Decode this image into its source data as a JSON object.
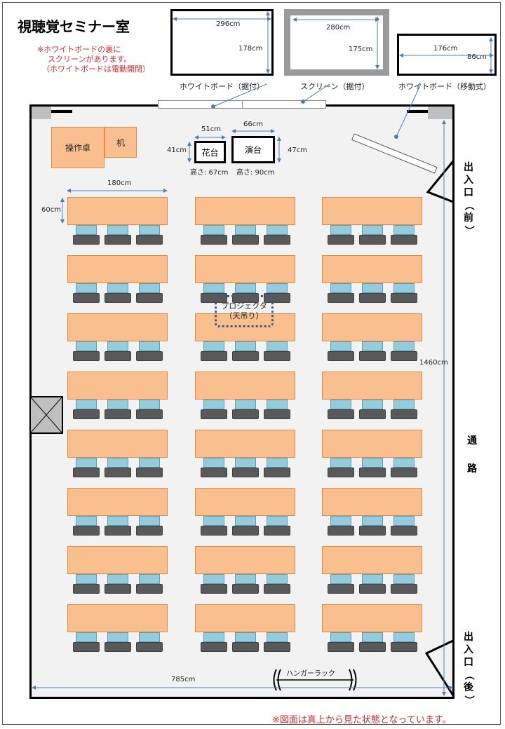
{
  "title": "視聴覚セミナー室",
  "notes": [
    "※ホワイトボードの裏に",
    "スクリーンがあります。",
    "（ホワイトボードは電動開閉）"
  ],
  "top_boards": {
    "wb1": {
      "width": "296cm",
      "height": "178cm",
      "label": "ホワイトボード（据付）"
    },
    "screen": {
      "width": "280cm",
      "height": "175cm",
      "label": "スクリーン（据付）"
    },
    "wb2": {
      "width": "176cm",
      "height": "86cm",
      "label": "ホワイトボード（移動式）"
    }
  },
  "room": {
    "console": "操作卓",
    "desk": "机",
    "flower_stand": {
      "label": "花台",
      "width": "51cm",
      "depth": "41cm",
      "height": "高さ: 67cm"
    },
    "lectern": {
      "label": "演台",
      "width": "66cm",
      "depth": "47cm",
      "height": "高さ: 90cm"
    },
    "desk_dims": {
      "width": "180cm",
      "depth": "60cm"
    },
    "projector": [
      "プロジェクタ",
      "（天吊り）"
    ],
    "hanger": "ハンガーラック",
    "room_width": "785cm",
    "room_depth": "1460cm",
    "corridor": [
      "通",
      "路"
    ],
    "exit_front": [
      "出",
      "入",
      "口",
      "（",
      "前",
      "）"
    ],
    "exit_back": [
      "出",
      "入",
      "口",
      "（",
      "後",
      "）"
    ]
  },
  "footer": "※図面は真上から見た状態となっています。",
  "colors": {
    "desk": "#f9bf8f",
    "chair_back": "#93cddd",
    "chair_seat": "#595959",
    "note": "#e0262a",
    "measure": "#4a7ebb"
  }
}
